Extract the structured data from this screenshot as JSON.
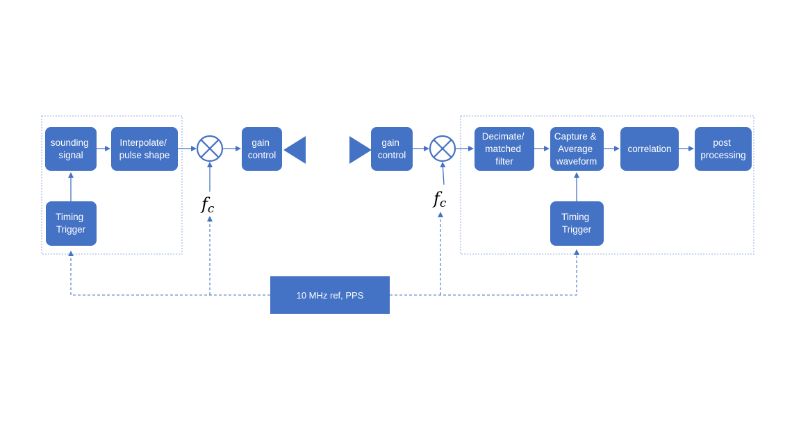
{
  "transmitter": {
    "sounding_signal": [
      "sounding",
      "signal"
    ],
    "interpolate": [
      "Interpolate/",
      "pulse shape"
    ],
    "gain_control": [
      "gain",
      "control"
    ],
    "timing_trigger": [
      "Timing",
      "Trigger"
    ]
  },
  "receiver": {
    "gain_control": [
      "gain",
      "control"
    ],
    "decimate": [
      "Decimate/",
      "matched",
      "filter"
    ],
    "capture": [
      "Capture &",
      "Average",
      "waveform"
    ],
    "correlation": [
      "correlation"
    ],
    "post_processing": [
      "post",
      "processing"
    ],
    "timing_trigger": [
      "Timing",
      "Trigger"
    ]
  },
  "mixer_input_label": "f",
  "mixer_input_subscript": "c",
  "reference": "10 MHz ref, PPS",
  "colors": {
    "block": "#4472c4",
    "text": "#ffffff"
  }
}
